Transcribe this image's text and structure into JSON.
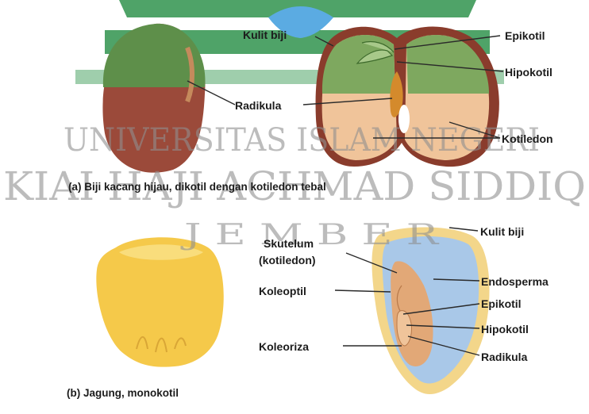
{
  "watermark": {
    "line1": "UNIVERSITAS ISLAM NEGERI",
    "line2": "KIAI HAJI ACHMAD SIDDIQ",
    "line3": "J E M B E R"
  },
  "colors": {
    "seed_coat_green": "#5e8f4a",
    "mung_seed_brown": "#9b4a3a",
    "cotyledon_peach": "#f0c49a",
    "corn_yellow": "#f5c94a",
    "endosperm_blue": "#a9c8e8",
    "embryo_tan": "#e2a877",
    "logo_green": "#3c9a58",
    "logo_blue": "#4aa3df"
  },
  "figure_a": {
    "caption": "(a) Biji kacang hijau, dikotil dengan kotiledon tebal",
    "labels": {
      "kulit_biji": "Kulit biji",
      "epikotil": "Epikotil",
      "hipokotil": "Hipokotil",
      "radikula": "Radikula",
      "kotiledon": "Kotiledon"
    }
  },
  "figure_b": {
    "caption": "(b) Jagung, monokotil",
    "labels": {
      "kulit_biji": "Kulit biji",
      "skutelum_1": "Skutelum",
      "skutelum_2": "(kotiledon)",
      "endosperma": "Endosperma",
      "koleoptil": "Koleoptil",
      "epikotil": "Epikotil",
      "hipokotil": "Hipokotil",
      "koleoriza": "Koleoriza",
      "radikula": "Radikula"
    }
  }
}
